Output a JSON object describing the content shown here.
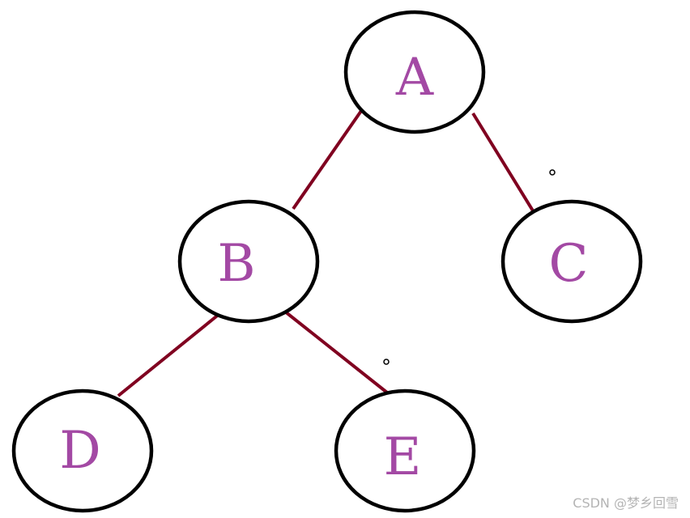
{
  "diagram": {
    "type": "binary-tree",
    "nodes": [
      {
        "id": "A",
        "label": "A"
      },
      {
        "id": "B",
        "label": "B"
      },
      {
        "id": "C",
        "label": "C"
      },
      {
        "id": "D",
        "label": "D"
      },
      {
        "id": "E",
        "label": "E"
      }
    ],
    "edges": [
      {
        "from": "A",
        "to": "B"
      },
      {
        "from": "A",
        "to": "C"
      },
      {
        "from": "B",
        "to": "D"
      },
      {
        "from": "B",
        "to": "E"
      }
    ]
  },
  "colors": {
    "background": "#ffffff",
    "node_outline": "#000000",
    "edge": "#800020",
    "label": "#a349a4",
    "watermark": "#b4b4b4"
  },
  "watermark": {
    "text": "CSDN @梦乡回雪"
  }
}
